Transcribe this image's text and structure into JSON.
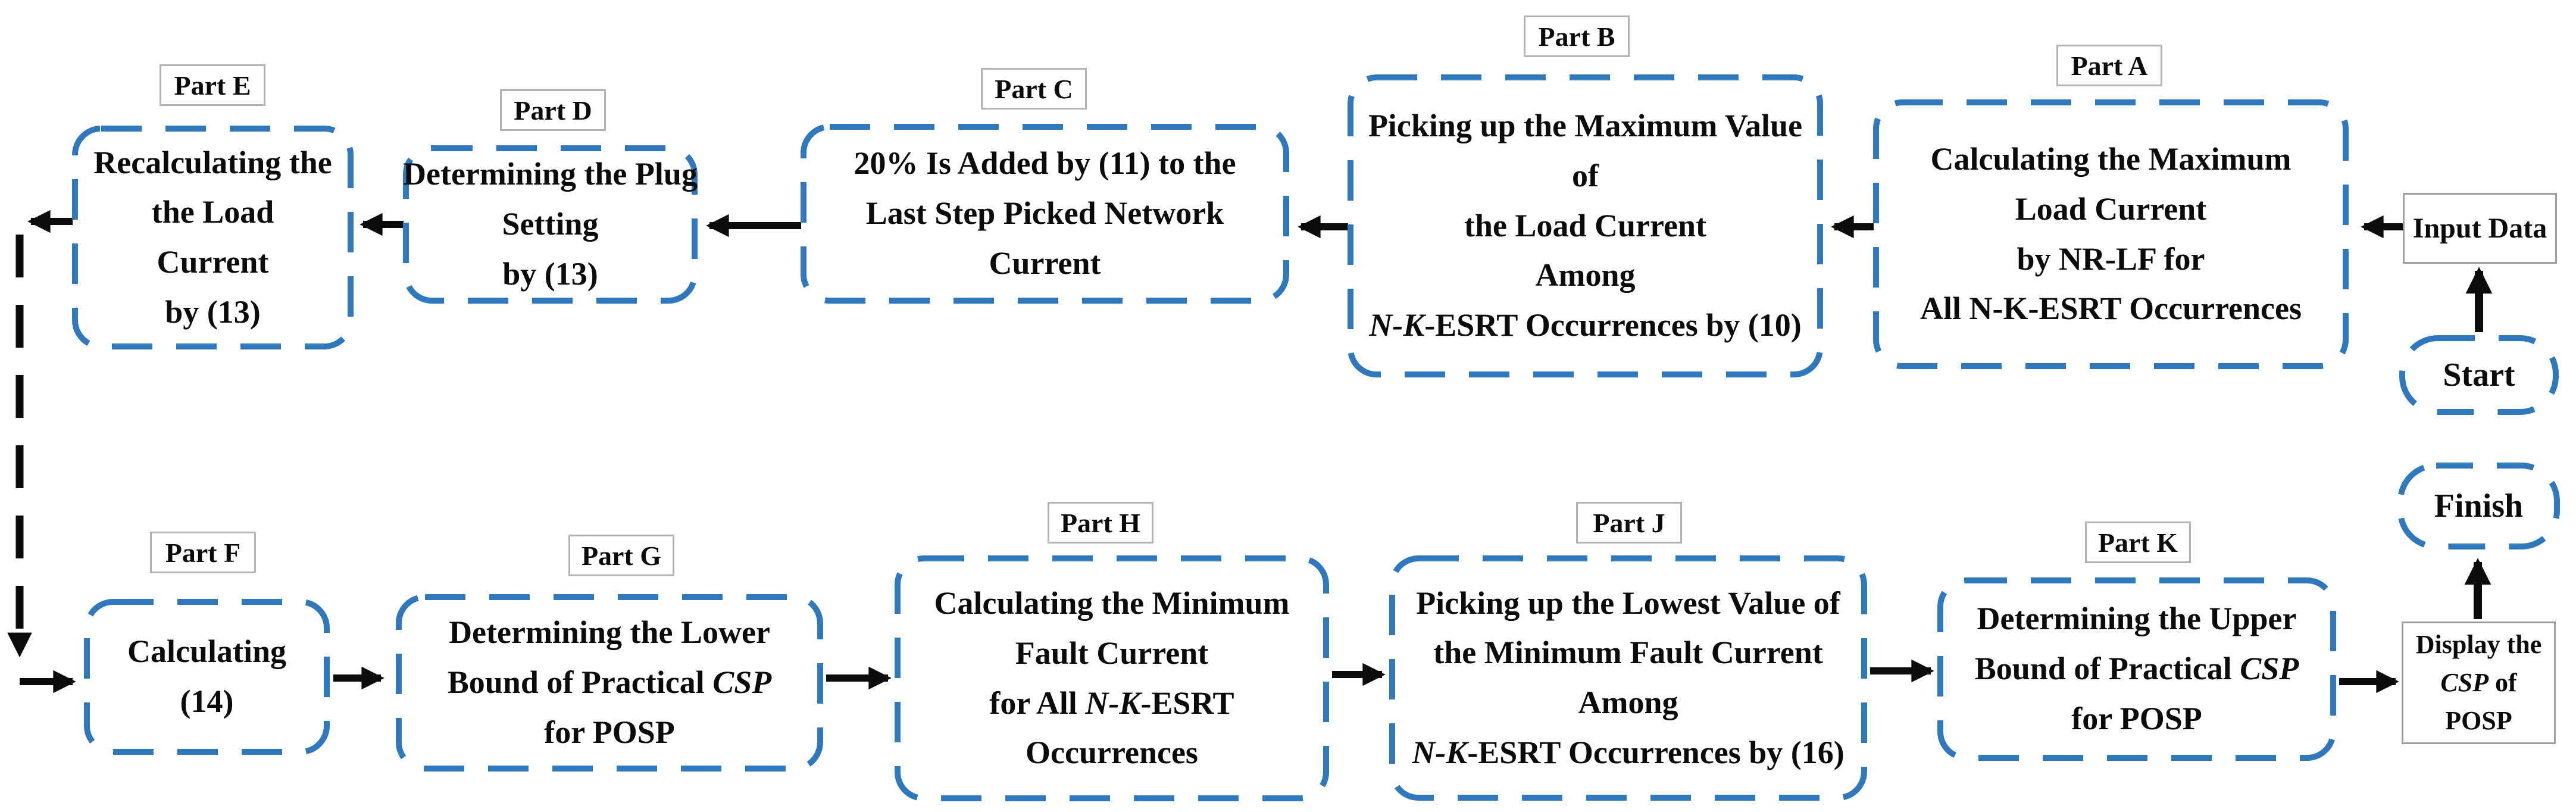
{
  "palette": {
    "box_dash_blue": "#2f78bd",
    "arrow_black": "#0b0b0b",
    "part_label_border_gray": "#b3b3b3",
    "io_box_border_gray": "#9e9e9e",
    "background": "#ffffff"
  },
  "boxes": {
    "partA": {
      "label": "Part A",
      "lines": [
        [
          {
            "t": "Calculating the Maximum"
          }
        ],
        [
          {
            "t": "Load Current"
          }
        ],
        [
          {
            "t": "by NR-LF for"
          }
        ],
        [
          {
            "t": "All N-K-ESRT Occurrences"
          }
        ]
      ]
    },
    "partB": {
      "label": "Part B",
      "lines": [
        [
          {
            "t": "Picking up the Maximum Value"
          }
        ],
        [
          {
            "t": "of"
          }
        ],
        [
          {
            "t": "the Load Current"
          }
        ],
        [
          {
            "t": "Among"
          }
        ],
        [
          {
            "t": "N-K",
            "i": true
          },
          {
            "t": "-ESRT Occurrences by (10)"
          }
        ]
      ]
    },
    "partC": {
      "label": "Part C",
      "lines": [
        [
          {
            "t": "20% Is Added by (11) to the"
          }
        ],
        [
          {
            "t": "Last Step Picked Network"
          }
        ],
        [
          {
            "t": "Current"
          }
        ]
      ]
    },
    "partD": {
      "label": "Part D",
      "lines": [
        [
          {
            "t": "Determining the Plug"
          }
        ],
        [
          {
            "t": "Setting"
          }
        ],
        [
          {
            "t": "by (13)"
          }
        ]
      ]
    },
    "partE": {
      "label": "Part E",
      "lines": [
        [
          {
            "t": "Recalculating the"
          }
        ],
        [
          {
            "t": "the Load"
          }
        ],
        [
          {
            "t": "Current"
          }
        ],
        [
          {
            "t": "by (13)"
          }
        ]
      ]
    },
    "partF": {
      "label": "Part F",
      "lines": [
        [
          {
            "t": "Calculating"
          }
        ],
        [
          {
            "t": "(14)"
          }
        ]
      ]
    },
    "partG": {
      "label": "Part G",
      "lines": [
        [
          {
            "t": "Determining the Lower"
          }
        ],
        [
          {
            "t": "Bound of Practical "
          },
          {
            "t": "CSP",
            "i": true
          }
        ],
        [
          {
            "t": "for POSP"
          }
        ]
      ]
    },
    "partH": {
      "label": "Part H",
      "lines": [
        [
          {
            "t": "Calculating the Minimum"
          }
        ],
        [
          {
            "t": "Fault Current"
          }
        ],
        [
          {
            "t": "for All "
          },
          {
            "t": "N-K",
            "i": true
          },
          {
            "t": "-ESRT"
          }
        ],
        [
          {
            "t": "Occurrences"
          }
        ]
      ]
    },
    "partJ": {
      "label": "Part J",
      "lines": [
        [
          {
            "t": "Picking up the Lowest Value of"
          }
        ],
        [
          {
            "t": "the Minimum Fault Current"
          }
        ],
        [
          {
            "t": "Among"
          }
        ],
        [
          {
            "t": "N-K",
            "i": true
          },
          {
            "t": "-ESRT Occurrences by (16)"
          }
        ]
      ]
    },
    "partK": {
      "label": "Part K",
      "lines": [
        [
          {
            "t": "Determining the Upper"
          }
        ],
        [
          {
            "t": "Bound of Practical "
          },
          {
            "t": "CSP",
            "i": true
          }
        ],
        [
          {
            "t": "for POSP"
          }
        ]
      ]
    }
  },
  "io": {
    "input_data": {
      "lines": [
        [
          {
            "t": "Input Data"
          }
        ]
      ]
    },
    "display": {
      "lines": [
        [
          {
            "t": "Display the"
          }
        ],
        [
          {
            "t": "CSP",
            "i": true
          },
          {
            "t": " of"
          }
        ],
        [
          {
            "t": "POSP"
          }
        ]
      ]
    }
  },
  "terminals": {
    "start": "Start",
    "finish": "Finish"
  }
}
